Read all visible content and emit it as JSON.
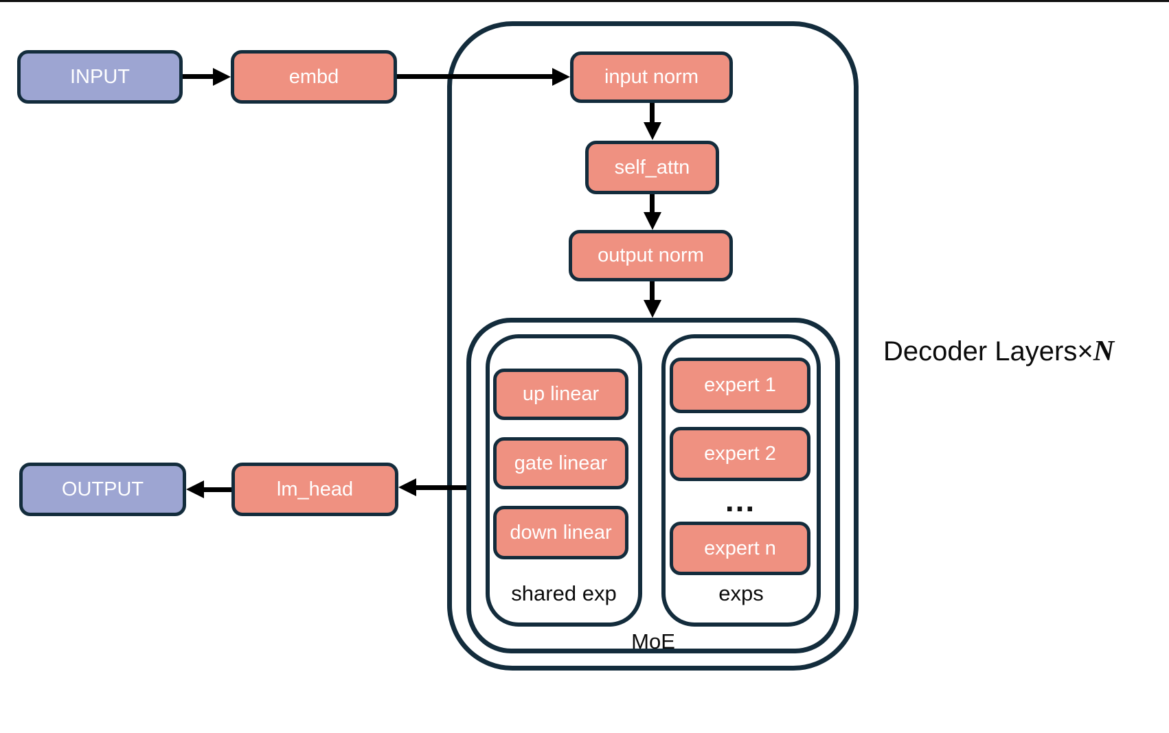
{
  "diagram": {
    "nodes": {
      "input": "INPUT",
      "embd": "embd",
      "input_norm": "input norm",
      "self_attn": "self_attn",
      "output_norm": "output norm",
      "up_linear": "up linear",
      "gate_linear": "gate linear",
      "down_linear": "down linear",
      "expert_1": "expert 1",
      "expert_2": "expert 2",
      "expert_ellipsis": "...",
      "expert_n": "expert n",
      "lm_head": "lm_head",
      "output": "OUTPUT"
    },
    "labels": {
      "shared_exp": "shared exp",
      "exps": "exps",
      "moe": "MoE",
      "decoder_layers_prefix": "Decoder Layers×",
      "decoder_layers_count": "N"
    },
    "colors": {
      "io_fill": "#9DA5D2",
      "module_fill": "#EF9181",
      "border": "#132C3C",
      "arrow": "#000000"
    }
  }
}
